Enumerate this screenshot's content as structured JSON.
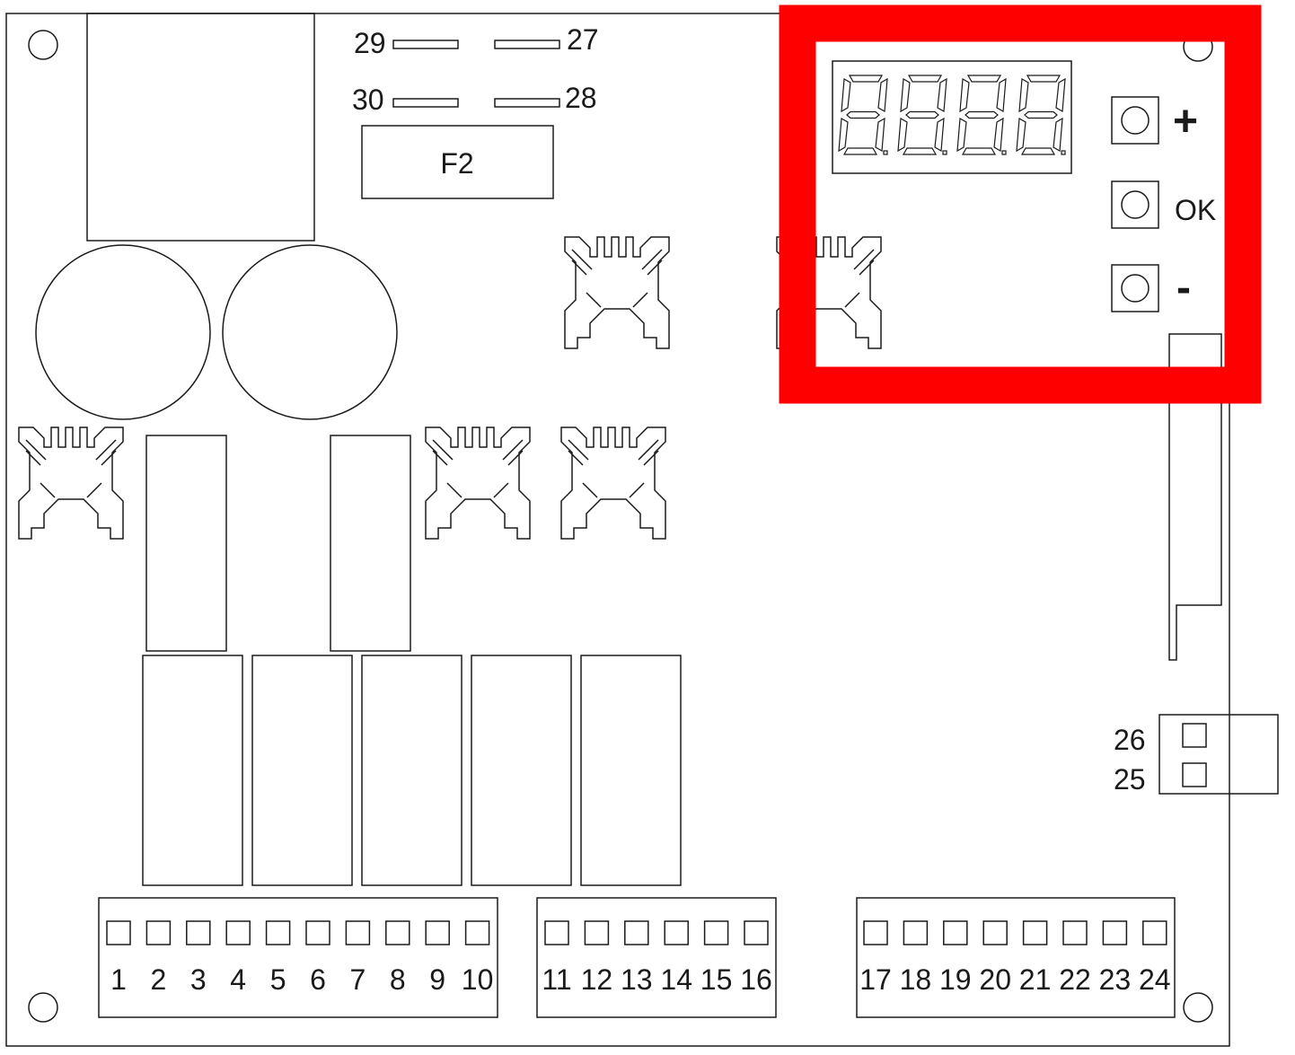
{
  "diagram": {
    "fuse_label": "F2",
    "spade_terminals": [
      "29",
      "27",
      "30",
      "28"
    ],
    "buttons": [
      {
        "id": "plus",
        "label": "+"
      },
      {
        "id": "ok",
        "label": "OK"
      },
      {
        "id": "minus",
        "label": "-"
      }
    ],
    "aux_connector": [
      "26",
      "25"
    ],
    "terminal_blocks": [
      {
        "terminals": [
          "1",
          "2",
          "3",
          "4",
          "5",
          "6",
          "7",
          "8",
          "9",
          "10"
        ]
      },
      {
        "terminals": [
          "11",
          "12",
          "13",
          "14",
          "15",
          "16"
        ]
      },
      {
        "terminals": [
          "17",
          "18",
          "19",
          "20",
          "21",
          "22",
          "23",
          "24"
        ]
      }
    ],
    "highlight_color": "#ff0000",
    "line_color": "#1a1a1a"
  }
}
